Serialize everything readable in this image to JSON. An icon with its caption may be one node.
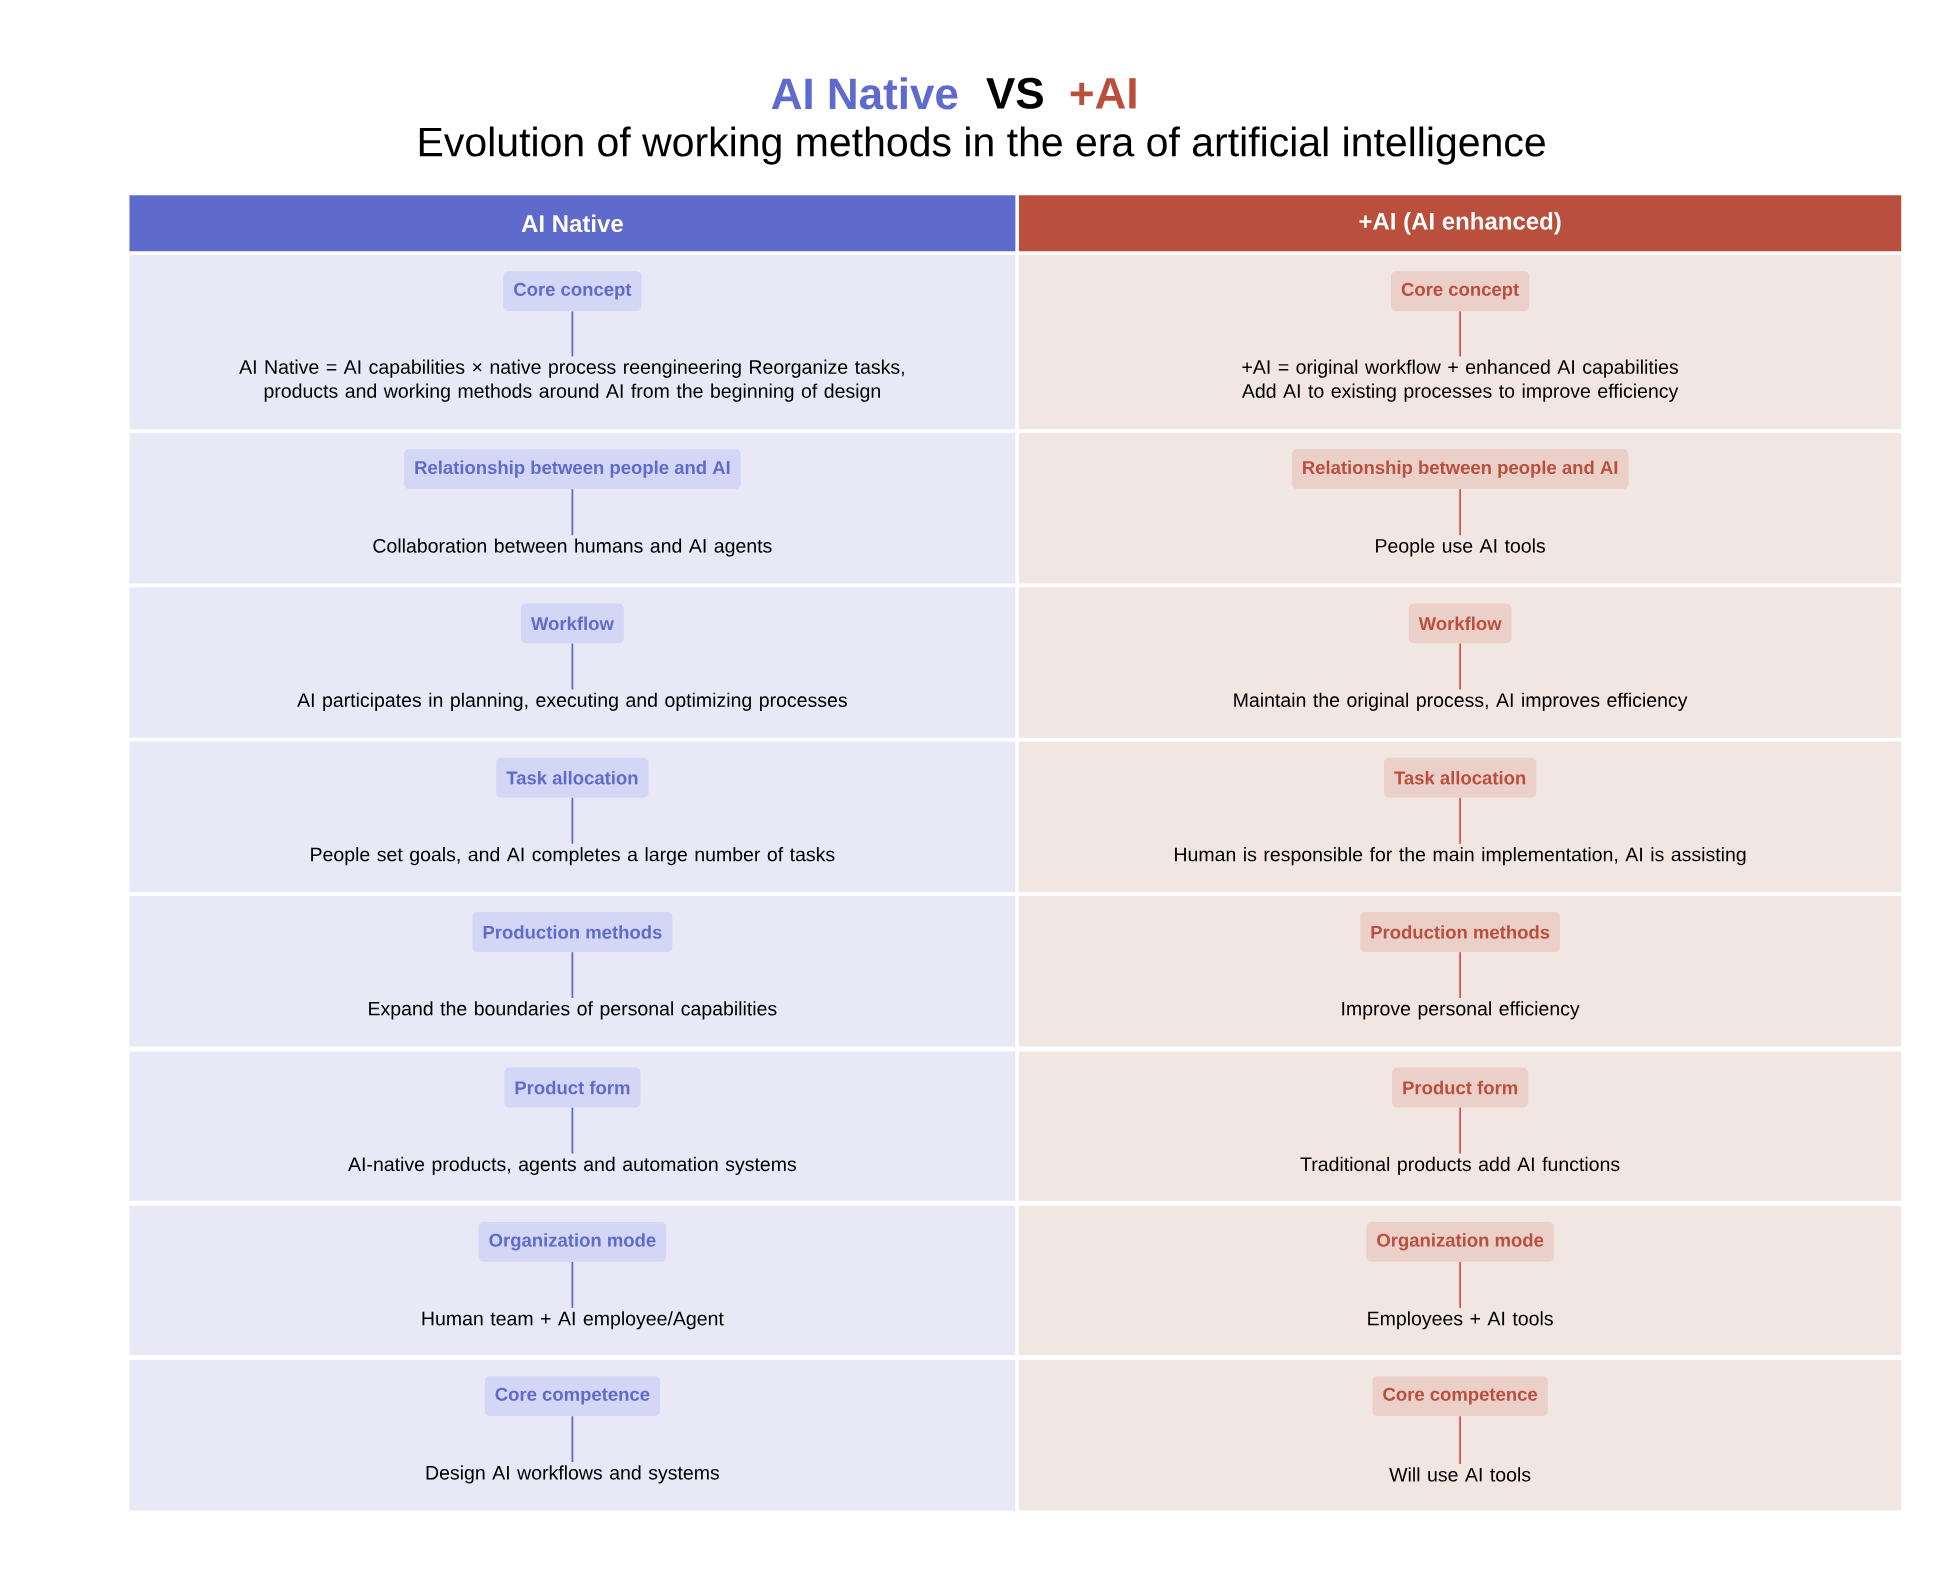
{
  "diagram": {
    "title": "Evolution of working methods in the era of artificial intelligence",
    "nodes": [
      {
        "text": [
          "AI Native"
        ]
      },
      {
        "text": [
          "+AI (AI enhanced)"
        ]
      },
      {
        "text": [
          "Core concept"
        ]
      },
      {
        "text": [
          "AI Native = AI capabilities × native process reengineering Reorganize tasks, products and working methods around AI from the beginning of design"
        ]
      },
      {
        "text": [
          "Core concept"
        ]
      },
      {
        "text": [
          "+AI = original workflow + enhanced AI capabilities Add AI to existing processes to improve efficiency"
        ]
      },
      {
        "text": [
          "Relationship between people and AI"
        ]
      },
      {
        "text": [
          "Collaboration between humans and AI agents"
        ]
      },
      {
        "text": [
          "Relationship between people and AI"
        ]
      },
      {
        "text": [
          "People use AI tools"
        ]
      },
      {
        "text": [
          "Workflow"
        ]
      },
      {
        "text": [
          "AI participates in planning, executing and optimizing processes"
        ]
      },
      {
        "text": [
          "Workflow"
        ]
      },
      {
        "text": [
          "Maintain the original process, AI improves efficiency"
        ]
      },
      {
        "text": [
          "Task allocation"
        ]
      },
      {
        "text": [
          "People set goals, and AI completes a large number of tasks"
        ]
      },
      {
        "text": [
          "Task allocation"
        ]
      },
      {
        "text": [
          "Human is responsible for the main implementation, AI is assisting"
        ]
      },
      {
        "text": [
          "Production methods"
        ]
      },
      {
        "text": [
          "Expand the boundaries of personal capabilities"
        ]
      },
      {
        "text": [
          "Production methods"
        ]
      },
      {
        "text": [
          "Improve personal efficiency"
        ]
      },
      {
        "text": [
          "Product form"
        ]
      },
      {
        "text": [
          "AI-native products, agents and automation systems"
        ]
      },
      {
        "text": [
          "Product form"
        ]
      },
      {
        "text": [
          "Traditional products add AI functions"
        ]
      },
      {
        "text": [
          "Organization mode"
        ]
      },
      {
        "text": [
          "Human team + AI employee/Agent"
        ]
      },
      {
        "text": [
          "Organization mode"
        ]
      },
      {
        "text": [
          "Employees + AI tools"
        ]
      },
      {
        "text": [
          "Core competence"
        ]
      },
      {
        "text": [
          "Design AI workflows and systems"
        ]
      },
      {
        "text": [
          "Core competence"
        ]
      },
      {
        "text": [
          "Will use AI tools"
        ]
      }
    ],
    "edges": [
      {
        "from": 2,
        "to": 3,
        "arrow": "none",
        "color": "#5f6bcc"
      },
      {
        "from": 4,
        "to": 5,
        "arrow": "none",
        "color": "#d9534f"
      },
      {
        "from": 6,
        "to": 7,
        "arrow": "none",
        "color": "#5f6bcc"
      },
      {
        "from": 8,
        "to": 9,
        "arrow": "none",
        "color": "#d9534f"
      },
      {
        "from": 10,
        "to": 11,
        "arrow": "none",
        "color": "#5f6bcc"
      },
      {
        "from": 12,
        "to": 13,
        "arrow": "none",
        "color": "#d9534f"
      },
      {
        "from": 14,
        "to": 15,
        "arrow": "none",
        "color": "#5f6bcc"
      },
      {
        "from": 16,
        "to": 17,
        "arrow": "none",
        "color": "#d9534f"
      },
      {
        "from": 18,
        "to": 19,
        "arrow": "none",
        "color": "#5f6bcc"
      },
      {
        "from": 20,
        "to": 21,
        "arrow": "none",
        "color": "#d9534f"
      },
      {
        "from": 22,
        "to": 23,
        "arrow": "none",
        "color": "#5f6bcc"
      },
      {
        "from": 24,
        "to": 25,
        "arrow": "none",
        "color": "#d9534f"
      },
      {
        "from": 26,
        "to": 27,
        "arrow": "none",
        "color": "#5f6bcc"
      },
      {
        "from": 28,
        "to": 29,
        "arrow": "none",
        "color": "#d9534f"
      },
      {
        "from": 30,
        "to": 31,
        "arrow": "none",
        "color": "#5f6bcc"
      },
      {
        "from": 32,
        "to": 33,
        "arrow": "none",
        "color": "#d9534f"
      }
    ],
    "labels": [
      "AI Native",
      "VS",
      "+AI"
    ]
  }
}
